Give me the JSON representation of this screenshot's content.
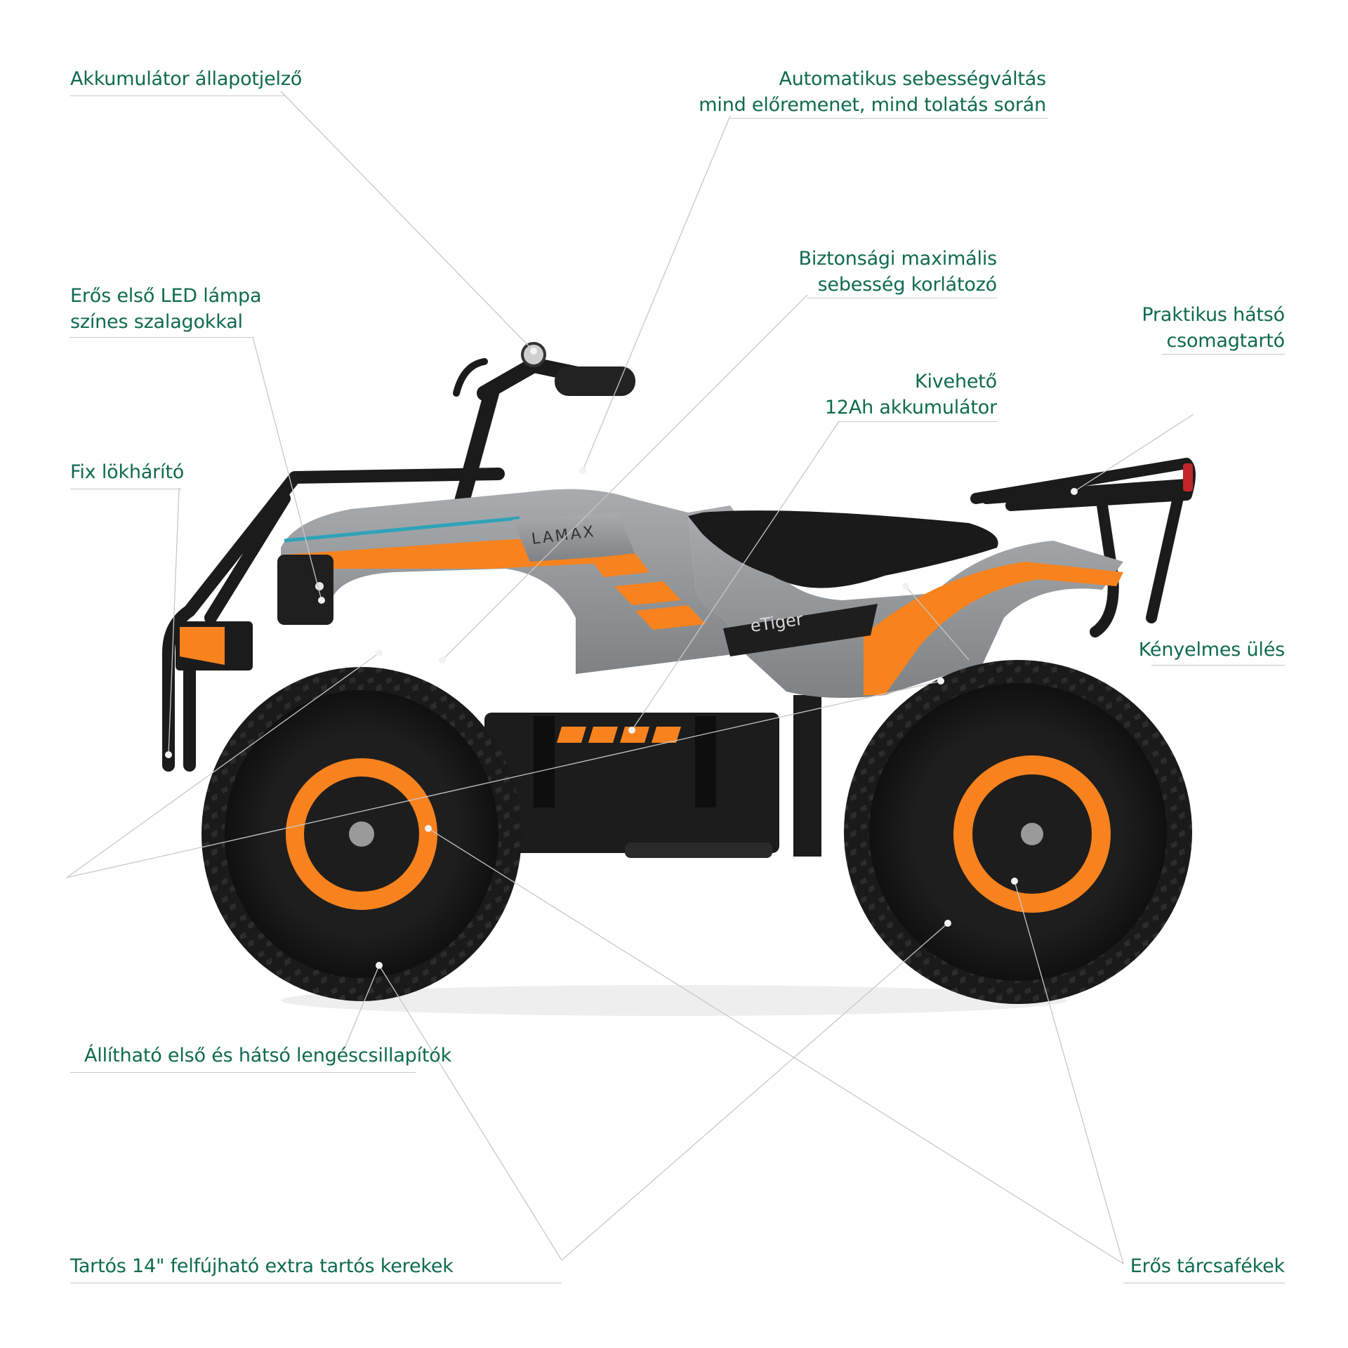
{
  "labels": {
    "battery_indicator": {
      "line1": "Akkumulátor állapotjelző"
    },
    "auto_gear": {
      "line1": "Automatikus sebességváltás",
      "line2": "mind előremenet, mind tolatás során"
    },
    "speed_limiter": {
      "line1": "Biztonsági maximális",
      "line2": "sebesség korlátozó"
    },
    "led_lamp": {
      "line1": "Erős első LED lámpa",
      "line2": "színes szalagokkal"
    },
    "rear_rack": {
      "line1": "Praktikus hátsó",
      "line2": "csomagtartó"
    },
    "removable_battery": {
      "line1": "Kivehető",
      "line2": "12Ah akkumulátor"
    },
    "bumper": {
      "line1": "Fix lökhárító"
    },
    "seat": {
      "line1": "Kényelmes ülés"
    },
    "shocks": {
      "line1": "Állítható első és hátsó lengéscsillapítók"
    },
    "wheels": {
      "line1": "Tartós 14\" felfújható extra tartós kerekek"
    },
    "disc_brakes": {
      "line1": "Erős tárcsafékek"
    }
  },
  "product": {
    "brand": "LAMAX",
    "model": "eTiger"
  },
  "colors": {
    "label_text": "#0f6a4f",
    "leader_line": "#c8c8c8",
    "body": "#8f9295",
    "accent": "#f7821e",
    "frame": "#1b1b1b"
  }
}
